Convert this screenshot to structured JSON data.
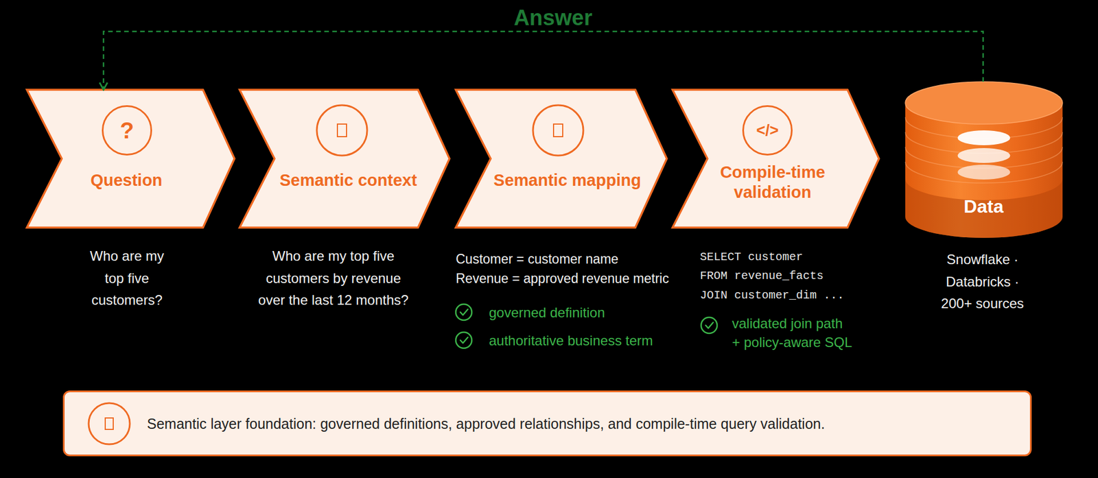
{
  "diagram": {
    "nodes": [
      {
        "text": [
          "Question",
          "Who are my top five customers?"
        ]
      },
      {
        "text": [
          "?"
        ],
        "in": 0
      },
      {
        "text": [
          "Semantic context",
          "Who are my top five customers by revenue over the last 12 months?"
        ]
      },
      {
        "text": [
          "Semantic mapping",
          "Customer = customer name",
          "Revenue = approved revenue metric",
          "governed definition",
          "authoritative business term"
        ]
      },
      {
        "text": [
          "Compile-time validation",
          "SELECT customer",
          "FROM revenue_facts",
          "JOIN customer_dim ...",
          "validated join path + policy-aware SQL"
        ]
      },
      {
        "text": [
          "</>"
        ],
        "in": 4
      },
      {
        "text": [
          "Data",
          "Snowflake · Databricks · 200+ sources"
        ]
      },
      {
        "text": [
          "Semantic layer foundation: governed definitions, approved relationships, and compile-time query validation."
        ]
      }
    ],
    "edges": [
      {
        "from": 6,
        "to": 0,
        "arrow": "to",
        "label": "Answer"
      }
    ]
  }
}
